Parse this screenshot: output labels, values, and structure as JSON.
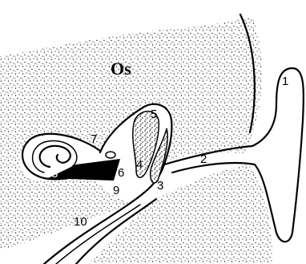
{
  "diagram": {
    "region_label": "Os",
    "labels": [
      {
        "id": "1",
        "text": "1"
      },
      {
        "id": "2",
        "text": "2"
      },
      {
        "id": "3",
        "text": "3"
      },
      {
        "id": "4",
        "text": "4"
      },
      {
        "id": "5",
        "text": "5"
      },
      {
        "id": "6",
        "text": "6"
      },
      {
        "id": "7",
        "text": "7"
      },
      {
        "id": "8",
        "text": "8"
      },
      {
        "id": "9",
        "text": "9"
      },
      {
        "id": "10",
        "text": "10"
      }
    ]
  }
}
